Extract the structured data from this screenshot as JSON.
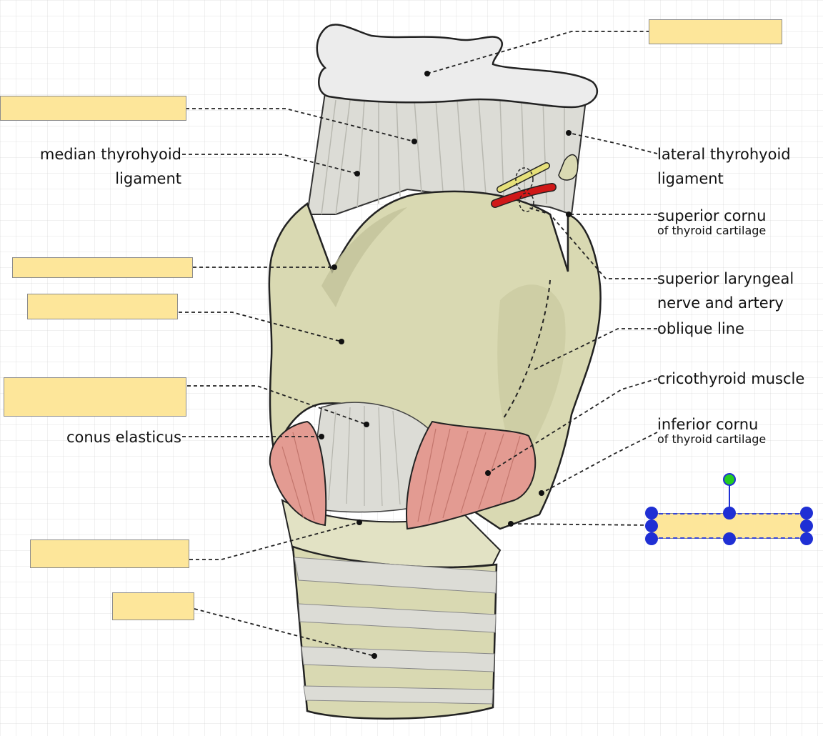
{
  "labels": {
    "median_thyrohyoid_1": "median thyrohyoid",
    "median_thyrohyoid_2": "ligament",
    "lateral_thyrohyoid_1": "lateral thyrohyoid",
    "lateral_thyrohyoid_2": "ligament",
    "superior_cornu": "superior cornu",
    "superior_cornu_sub": "of thyroid cartilage",
    "sup_laryngeal_1": "superior laryngeal",
    "sup_laryngeal_2": "nerve and artery",
    "oblique_line": "oblique line",
    "cricothyroid_muscle": "cricothyroid muscle",
    "inferior_cornu": "inferior cornu",
    "inferior_cornu_sub": "of thyroid cartilage",
    "conus_elasticus": "conus elasticus"
  },
  "colors": {
    "answer_box_fill": "#fde69a",
    "cartilage": "#d9d9b2",
    "ligament": "#dcdcd6",
    "hyoid": "#ececec",
    "muscle": "#e39b92",
    "artery": "#d01818",
    "nerve": "#e6e07a",
    "selection": "#1f2fd4",
    "rotate_handle": "#22cc22"
  }
}
